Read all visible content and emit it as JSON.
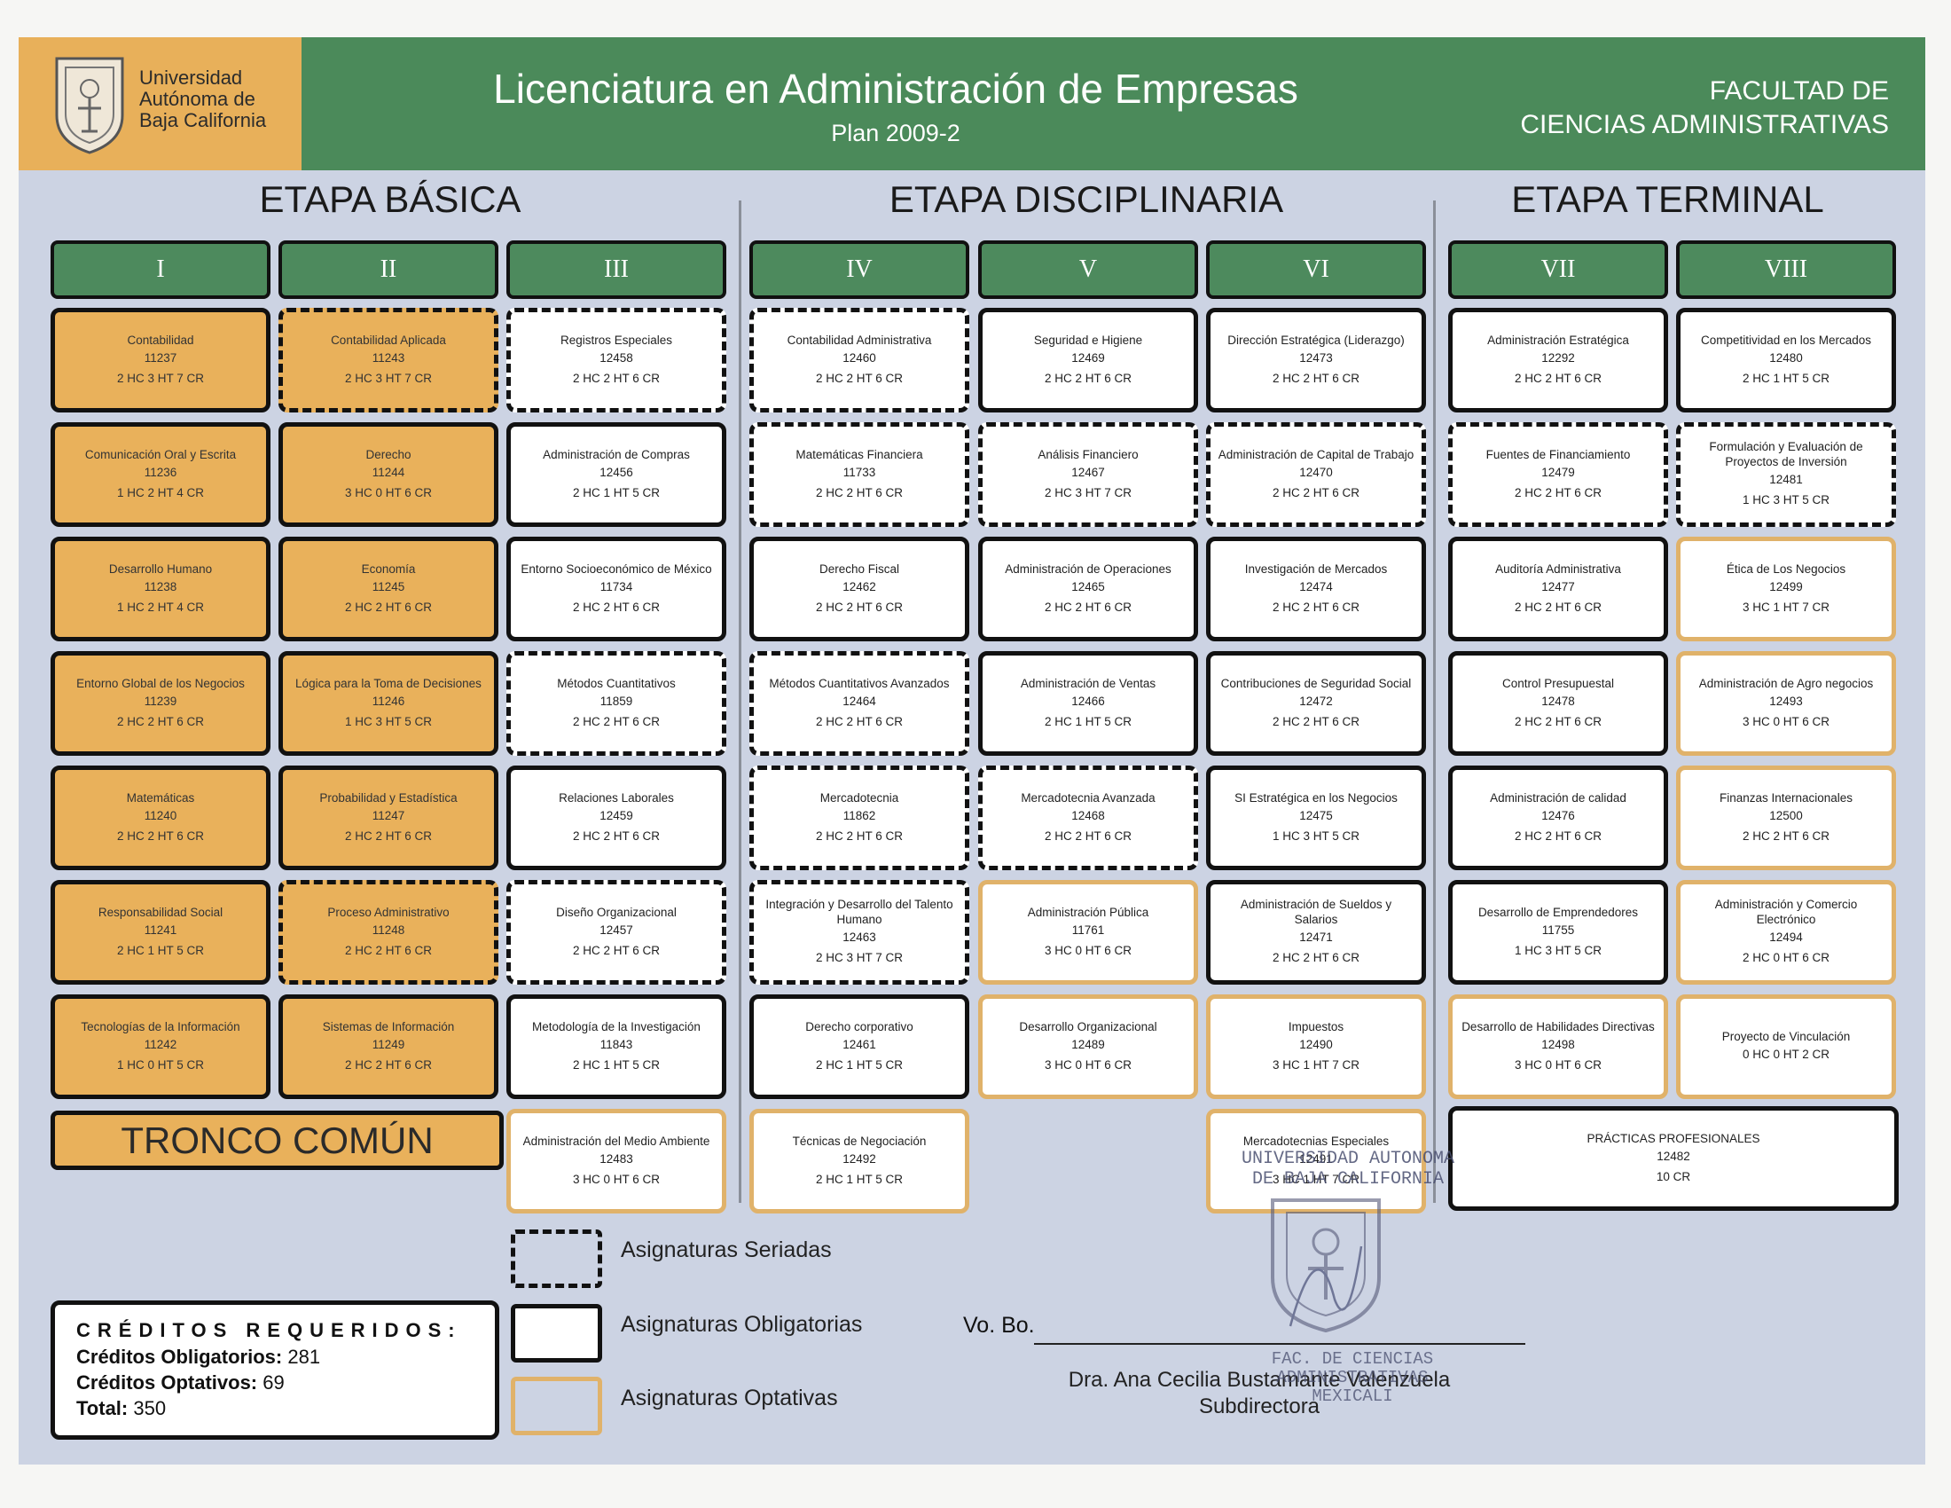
{
  "header": {
    "university": "Universidad Autónoma de Baja California",
    "program": "Licenciatura en Administración de Empresas",
    "plan": "Plan 2009-2",
    "faculty_line1": "FACULTAD DE",
    "faculty_line2": "CIENCIAS ADMINISTRATIVAS"
  },
  "stages": [
    "ETAPA BÁSICA",
    "ETAPA DISCIPLINARIA",
    "ETAPA TERMINAL"
  ],
  "semesters": [
    "I",
    "II",
    "III",
    "IV",
    "V",
    "VI",
    "VII",
    "VIII"
  ],
  "columns": [
    [
      {
        "name": "Contabilidad",
        "code": "11237",
        "load": "2 HC 3 HT 7 CR",
        "type": "base"
      },
      {
        "name": "Comunicación Oral y Escrita",
        "code": "11236",
        "load": "1 HC 2 HT 4 CR",
        "type": "base"
      },
      {
        "name": "Desarrollo Humano",
        "code": "11238",
        "load": "1 HC 2 HT 4 CR",
        "type": "base"
      },
      {
        "name": "Entorno Global de los Negocios",
        "code": "11239",
        "load": "2 HC 2 HT 6 CR",
        "type": "base"
      },
      {
        "name": "Matemáticas",
        "code": "11240",
        "load": "2 HC 2 HT 6 CR",
        "type": "base"
      },
      {
        "name": "Responsabilidad Social",
        "code": "11241",
        "load": "2 HC 1 HT 5 CR",
        "type": "base"
      },
      {
        "name": "Tecnologías de la Información",
        "code": "11242",
        "load": "1 HC 0 HT 5 CR",
        "type": "base"
      }
    ],
    [
      {
        "name": "Contabilidad Aplicada",
        "code": "11243",
        "load": "2 HC 3 HT 7 CR",
        "type": "base-dashed"
      },
      {
        "name": "Derecho",
        "code": "11244",
        "load": "3 HC 0 HT 6 CR",
        "type": "base"
      },
      {
        "name": "Economía",
        "code": "11245",
        "load": "2 HC 2 HT 6 CR",
        "type": "base"
      },
      {
        "name": "Lógica para la Toma de Decisiones",
        "code": "11246",
        "load": "1 HC 3 HT 5 CR",
        "type": "base"
      },
      {
        "name": "Probabilidad y Estadística",
        "code": "11247",
        "load": "2 HC 2 HT 6 CR",
        "type": "base"
      },
      {
        "name": "Proceso Administrativo",
        "code": "11248",
        "load": "2 HC 2 HT 6 CR",
        "type": "base-dashed"
      },
      {
        "name": "Sistemas de Información",
        "code": "11249",
        "load": "2 HC 2 HT 6 CR",
        "type": "base"
      }
    ],
    [
      {
        "name": "Registros Especiales",
        "code": "12458",
        "load": "2 HC 2 HT 6 CR",
        "type": "seriada"
      },
      {
        "name": "Administración de Compras",
        "code": "12456",
        "load": "2 HC 1 HT 5 CR",
        "type": "obligatoria"
      },
      {
        "name": "Entorno Socioeconómico de México",
        "code": "11734",
        "load": "2 HC 2 HT 6 CR",
        "type": "obligatoria"
      },
      {
        "name": "Métodos Cuantitativos",
        "code": "11859",
        "load": "2 HC 2 HT 6 CR",
        "type": "seriada"
      },
      {
        "name": "Relaciones Laborales",
        "code": "12459",
        "load": "2 HC 2 HT 6 CR",
        "type": "obligatoria"
      },
      {
        "name": "Diseño Organizacional",
        "code": "12457",
        "load": "2 HC 2 HT 6 CR",
        "type": "seriada"
      },
      {
        "name": "Metodología de la Investigación",
        "code": "11843",
        "load": "2 HC 1 HT 5 CR",
        "type": "obligatoria"
      },
      {
        "name": "Administración del Medio Ambiente",
        "code": "12483",
        "load": "3 HC 0 HT 6 CR",
        "type": "optativa"
      }
    ],
    [
      {
        "name": "Contabilidad Administrativa",
        "code": "12460",
        "load": "2 HC 2 HT 6 CR",
        "type": "seriada"
      },
      {
        "name": "Matemáticas Financiera",
        "code": "11733",
        "load": "2 HC 2 HT 6 CR",
        "type": "seriada"
      },
      {
        "name": "Derecho Fiscal",
        "code": "12462",
        "load": "2 HC 2 HT 6 CR",
        "type": "obligatoria"
      },
      {
        "name": "Métodos Cuantitativos Avanzados",
        "code": "12464",
        "load": "2 HC 2 HT 6 CR",
        "type": "seriada"
      },
      {
        "name": "Mercadotecnia",
        "code": "11862",
        "load": "2 HC 2 HT 6 CR",
        "type": "seriada"
      },
      {
        "name": "Integración y Desarrollo del Talento Humano",
        "code": "12463",
        "load": "2 HC 3 HT 7 CR",
        "type": "seriada"
      },
      {
        "name": "Derecho corporativo",
        "code": "12461",
        "load": "2 HC 1 HT 5 CR",
        "type": "obligatoria"
      },
      {
        "name": "Técnicas de Negociación",
        "code": "12492",
        "load": "2 HC 1 HT 5 CR",
        "type": "optativa"
      }
    ],
    [
      {
        "name": "Seguridad e Higiene",
        "code": "12469",
        "load": "2 HC 2 HT 6 CR",
        "type": "obligatoria"
      },
      {
        "name": "Análisis Financiero",
        "code": "12467",
        "load": "2 HC 3 HT 7 CR",
        "type": "seriada"
      },
      {
        "name": "Administración de Operaciones",
        "code": "12465",
        "load": "2 HC 2 HT 6 CR",
        "type": "obligatoria"
      },
      {
        "name": "Administración de Ventas",
        "code": "12466",
        "load": "2 HC 1 HT 5 CR",
        "type": "obligatoria"
      },
      {
        "name": "Mercadotecnia Avanzada",
        "code": "12468",
        "load": "2 HC 2 HT 6 CR",
        "type": "seriada"
      },
      {
        "name": "Administración Pública",
        "code": "11761",
        "load": "3 HC 0 HT 6 CR",
        "type": "optativa"
      },
      {
        "name": "Desarrollo Organizacional",
        "code": "12489",
        "load": "3 HC 0 HT 6 CR",
        "type": "optativa"
      }
    ],
    [
      {
        "name": "Dirección Estratégica (Liderazgo)",
        "code": "12473",
        "load": "2 HC 2 HT 6 CR",
        "type": "obligatoria"
      },
      {
        "name": "Administración de Capital de Trabajo",
        "code": "12470",
        "load": "2 HC 2 HT 6 CR",
        "type": "seriada"
      },
      {
        "name": "Investigación de Mercados",
        "code": "12474",
        "load": "2 HC 2 HT 6 CR",
        "type": "obligatoria"
      },
      {
        "name": "Contribuciones de Seguridad Social",
        "code": "12472",
        "load": "2 HC 2 HT 6 CR",
        "type": "obligatoria"
      },
      {
        "name": "SI Estratégica en los Negocios",
        "code": "12475",
        "load": "1 HC 3 HT 5 CR",
        "type": "obligatoria"
      },
      {
        "name": "Administración de Sueldos y Salarios",
        "code": "12471",
        "load": "2 HC 2 HT 6 CR",
        "type": "obligatoria"
      },
      {
        "name": "Impuestos",
        "code": "12490",
        "load": "3 HC 1 HT 7 CR",
        "type": "optativa"
      },
      {
        "name": "Mercadotecnias Especiales",
        "code": "12491",
        "load": "3 HC 1 HT 7 CR",
        "type": "optativa"
      }
    ],
    [
      {
        "name": "Administración Estratégica",
        "code": "12292",
        "load": "2 HC 2 HT 6 CR",
        "type": "obligatoria"
      },
      {
        "name": "Fuentes de Financiamiento",
        "code": "12479",
        "load": "2 HC 2 HT 6 CR",
        "type": "seriada"
      },
      {
        "name": "Auditoría Administrativa",
        "code": "12477",
        "load": "2 HC 2 HT 6 CR",
        "type": "obligatoria"
      },
      {
        "name": "Control Presupuestal",
        "code": "12478",
        "load": "2 HC 2 HT 6 CR",
        "type": "obligatoria"
      },
      {
        "name": "Administración de calidad",
        "code": "12476",
        "load": "2 HC 2 HT 6 CR",
        "type": "obligatoria"
      },
      {
        "name": "Desarrollo de Emprendedores",
        "code": "11755",
        "load": "1 HC 3 HT 5 CR",
        "type": "obligatoria"
      },
      {
        "name": "Desarrollo de Habilidades Directivas",
        "code": "12498",
        "load": "3 HC 0 HT 6 CR",
        "type": "optativa"
      }
    ],
    [
      {
        "name": "Competitividad en los Mercados",
        "code": "12480",
        "load": "2 HC 1 HT 5 CR",
        "type": "obligatoria"
      },
      {
        "name": "Formulación y Evaluación de Proyectos de Inversión",
        "code": "12481",
        "load": "1 HC 3 HT 5 CR",
        "type": "seriada"
      },
      {
        "name": "Ética de Los Negocios",
        "code": "12499",
        "load": "3 HC 1 HT 7 CR",
        "type": "optativa"
      },
      {
        "name": "Administración de Agro negocios",
        "code": "12493",
        "load": "3 HC 0 HT 6 CR",
        "type": "optativa"
      },
      {
        "name": "Finanzas Internacionales",
        "code": "12500",
        "load": "2 HC 2 HT 6 CR",
        "type": "optativa"
      },
      {
        "name": "Administración y Comercio Electrónico",
        "code": "12494",
        "load": "2 HC 0 HT 6 CR",
        "type": "optativa"
      },
      {
        "name": "Proyecto de Vinculación",
        "code": "",
        "load": "0 HC 0 HT 2 CR",
        "type": "optativa"
      }
    ]
  ],
  "practicas": {
    "name": "PRÁCTICAS PROFESIONALES",
    "code": "12482",
    "load": "10 CR"
  },
  "tronco": "TRONCO COMÚN",
  "legend": {
    "seriadas": "Asignaturas Seriadas",
    "obligatorias": "Asignaturas Obligatorias",
    "optativas": "Asignaturas Optativas"
  },
  "credits": {
    "title": "CRÉDITOS REQUERIDOS:",
    "mandatory_label": "Créditos Obligatorios:",
    "mandatory_value": "281",
    "optional_label": "Créditos Optativos:",
    "optional_value": "69",
    "total_label": "Total:",
    "total_value": "350"
  },
  "signature": {
    "vobo": "Vo. Bo.",
    "name": "Dra. Ana Cecilia Bustamante Valenzuela",
    "role": "Subdirectora"
  },
  "stamps": {
    "top_line1": "UNIVERSIDAD AUTONOMA",
    "top_line2": "DE BAJA CALIFORNIA",
    "bottom_line1": "FAC. DE CIENCIAS",
    "bottom_line2": "ADMINISTRATIVAS",
    "bottom_line3": "MEXICALI"
  },
  "colors": {
    "green": "#4b8a5a",
    "orange": "#e9b15b",
    "optative_border": "#e0b26a",
    "background": "#ccd3e3"
  }
}
